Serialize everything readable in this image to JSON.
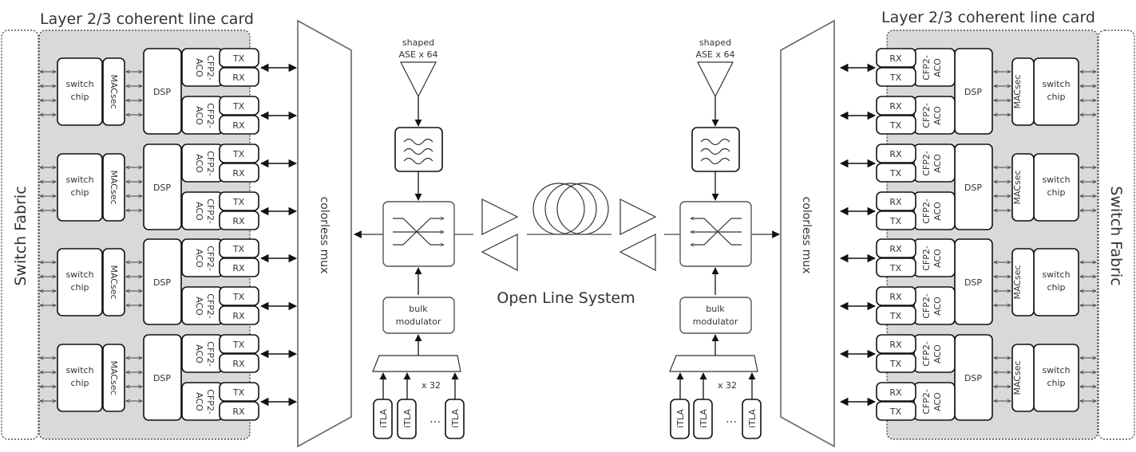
{
  "left_card": {
    "title": "Layer 2/3 coherent line card",
    "fabric_label": "Switch Fabric",
    "switch_label_1": "switch",
    "switch_label_2": "chip",
    "macsec_label": "MACsec",
    "dsp_label": "DSP",
    "module_label_1": "CFP2-",
    "module_label_2": "ACO",
    "tx_label": "TX",
    "rx_label": "RX",
    "mux_label": "colorless mux"
  },
  "right_card": {
    "title": "Layer 2/3 coherent line card",
    "fabric_label": "Switch Fabric",
    "switch_label_1": "switch",
    "switch_label_2": "chip",
    "macsec_label": "MACsec",
    "dsp_label": "DSP",
    "module_label_1": "CFP2-",
    "module_label_2": "ACO",
    "tx_label": "TX",
    "rx_label": "RX",
    "mux_label": "colorless mux"
  },
  "center": {
    "ase_label_1": "shaped",
    "ase_label_2": "ASE x 64",
    "modulator_label_1": "bulk",
    "modulator_label_2": "modulator",
    "laser_label": "iTLA",
    "laser_count": "x 32",
    "ellipsis": "…",
    "ols_label": "Open Line System"
  },
  "groups_per_card": 4,
  "modules_per_group": 2
}
